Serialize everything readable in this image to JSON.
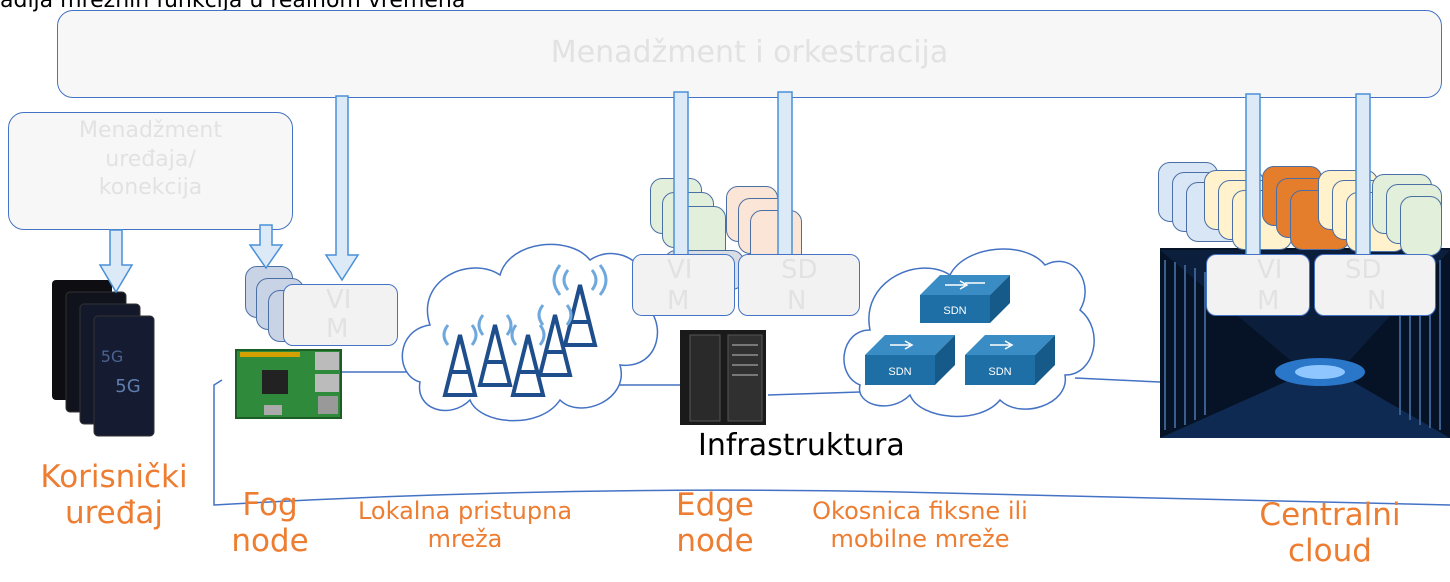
{
  "top_caption": "adija mrežnih funkcija u realnom vremena",
  "management_bar": "Menadžment i orkestracija",
  "device_mgmt": [
    "Menadžment",
    "uređaja/",
    "konekcija"
  ],
  "fog_vim": [
    "VI",
    "M"
  ],
  "edge_vim": [
    "VI",
    "M"
  ],
  "edge_sdn": [
    "SD",
    "N"
  ],
  "cloud_vim": [
    "VI",
    "M"
  ],
  "cloud_sdn": [
    "SD",
    "N"
  ],
  "switch_label": "SDN",
  "phone_label": "5G",
  "infrastructure": "Infrastruktura",
  "zones": {
    "user_device": [
      "Korisnički",
      "uređaj"
    ],
    "fog_node": [
      "Fog",
      "node"
    ],
    "local_access": [
      "Lokalna pristupna",
      "mreža"
    ],
    "edge_node": [
      "Edge",
      "node"
    ],
    "backbone": [
      "Okosnica fiksne ili",
      "mobilne mreže"
    ],
    "central_cloud": [
      "Centralni",
      "cloud"
    ]
  },
  "colors": {
    "orange": "#ed7d31",
    "box_border": "#4472c4",
    "arrow_fill": "#dce9f7",
    "green": "#e2efda",
    "peach": "#fbe5d6",
    "cream": "#fff2cc",
    "dark_orange": "#e47d2c",
    "switch_blue": "#1d6fa5"
  }
}
